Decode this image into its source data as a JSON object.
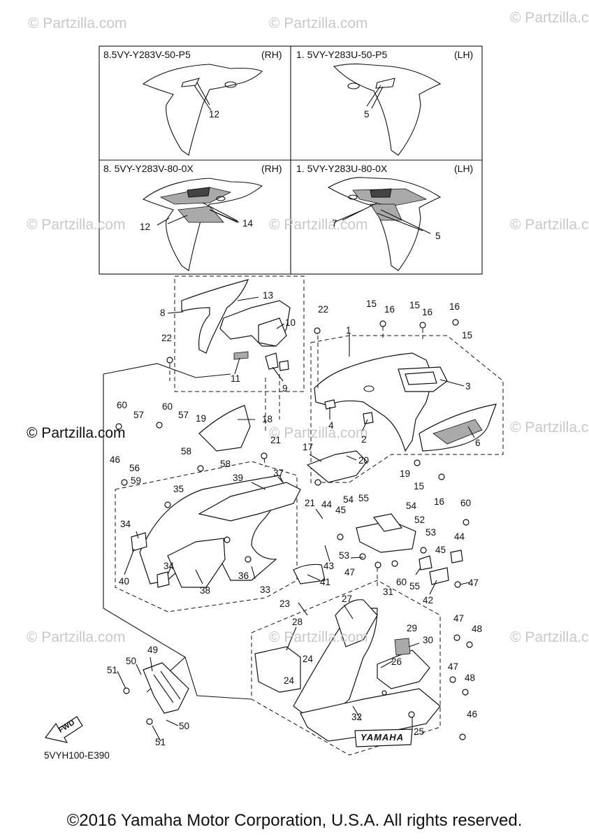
{
  "watermarks": [
    "© Partzilla.com"
  ],
  "boxes": [
    {
      "code": "8.5VY-Y283V-50-P5",
      "side": "(RH)"
    },
    {
      "code": "1. 5VY-Y283U-50-P5",
      "side": "(LH)"
    },
    {
      "code": "8. 5VY-Y283V-80-0X",
      "side": "(RH)"
    },
    {
      "code": "1. 5VY-Y283U-80-0X",
      "side": "(LH)"
    }
  ],
  "callouts": [
    "1",
    "2",
    "3",
    "4",
    "5",
    "6",
    "7",
    "8",
    "9",
    "10",
    "11",
    "12",
    "13",
    "14",
    "15",
    "16",
    "17",
    "18",
    "19",
    "20",
    "21",
    "22",
    "23",
    "24",
    "25",
    "26",
    "27",
    "28",
    "29",
    "30",
    "31",
    "32",
    "33",
    "34",
    "35",
    "36",
    "37",
    "38",
    "39",
    "40",
    "41",
    "42",
    "43",
    "44",
    "45",
    "46",
    "47",
    "48",
    "49",
    "50",
    "51",
    "52",
    "53",
    "54",
    "55",
    "56",
    "57",
    "58",
    "59",
    "60"
  ],
  "logo_text": "YAMAHA",
  "fwd_label": "FWD",
  "diagram_code": "5VYH100-E390",
  "copyright": "©2016 Yamaha Motor Corporation, U.S.A. All rights reserved."
}
